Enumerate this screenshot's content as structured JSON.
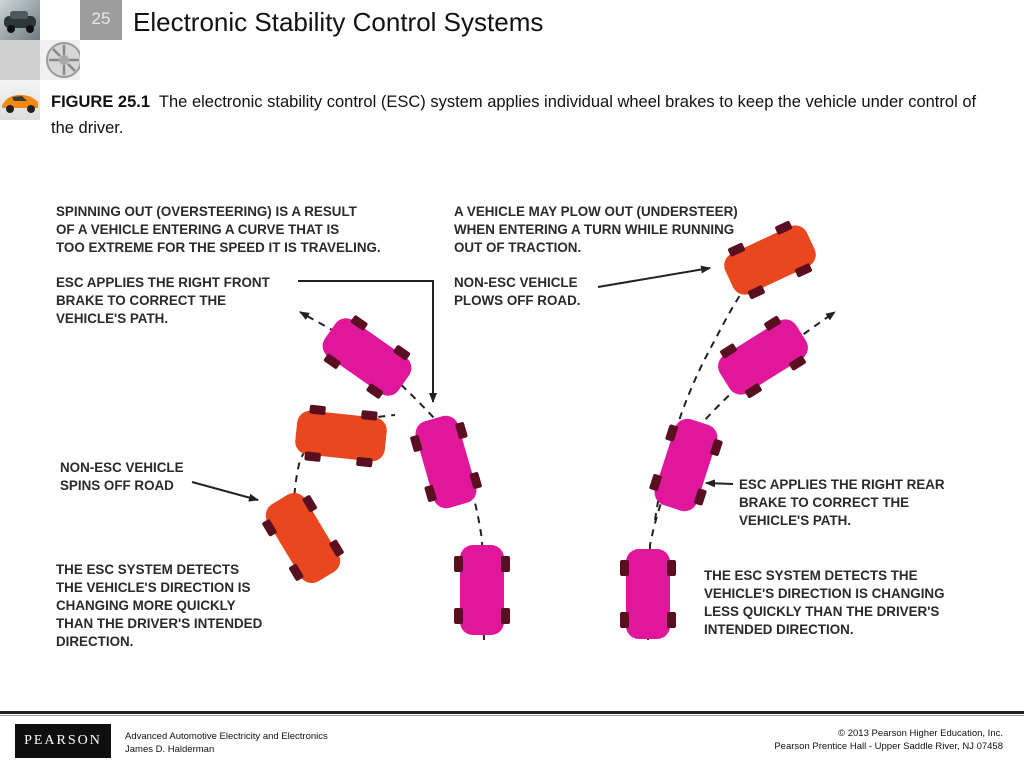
{
  "header": {
    "chapter_number": "25",
    "title": "Electronic Stability Control Systems"
  },
  "caption": {
    "figure_label": "FIGURE 25.1",
    "text": "The electronic stability control (ESC) system applies individual wheel brakes to keep the vehicle under control of the driver."
  },
  "diagram": {
    "labels": {
      "spinning_out": [
        "SPINNING OUT (OVERSTEERING) IS A RESULT",
        "OF A VEHICLE ENTERING A CURVE THAT IS",
        "TOO EXTREME FOR THE SPEED IT IS TRAVELING."
      ],
      "esc_right_front": [
        "ESC APPLIES THE RIGHT FRONT",
        "BRAKE TO CORRECT THE",
        "VEHICLE'S PATH."
      ],
      "non_esc_spins": [
        "NON-ESC VEHICLE",
        "SPINS OFF ROAD"
      ],
      "esc_detects_quickly": [
        "THE ESC SYSTEM DETECTS",
        "THE VEHICLE'S DIRECTION IS",
        "CHANGING MORE QUICKLY",
        "THAN THE DRIVER'S INTENDED",
        "DIRECTION."
      ],
      "plow_out": [
        "A VEHICLE MAY PLOW OUT (UNDERSTEER)",
        "WHEN ENTERING A TURN WHILE RUNNING",
        "OUT OF TRACTION."
      ],
      "non_esc_plows": [
        "NON-ESC VEHICLE",
        "PLOWS OFF ROAD."
      ],
      "esc_right_rear": [
        "ESC APPLIES THE RIGHT REAR",
        "BRAKE TO CORRECT THE",
        "VEHICLE'S PATH."
      ],
      "esc_detects_less": [
        "THE ESC SYSTEM DETECTS THE",
        "VEHICLE'S DIRECTION IS CHANGING",
        "LESS QUICKLY THAN THE DRIVER'S",
        "INTENDED DIRECTION."
      ]
    },
    "colors": {
      "esc_vehicle": "#e0169b",
      "non_esc_vehicle": "#e8471f",
      "wheel": "#5a0f20",
      "arrow": "#222222"
    }
  },
  "footer": {
    "logo_text": "PEARSON",
    "book_title": "Advanced Automotive Electricity and Electronics",
    "author": "James D. Halderman",
    "copyright": "© 2013  Pearson Higher Education, Inc.",
    "publisher": "Pearson Prentice Hall - Upper Saddle River, NJ 07458"
  }
}
